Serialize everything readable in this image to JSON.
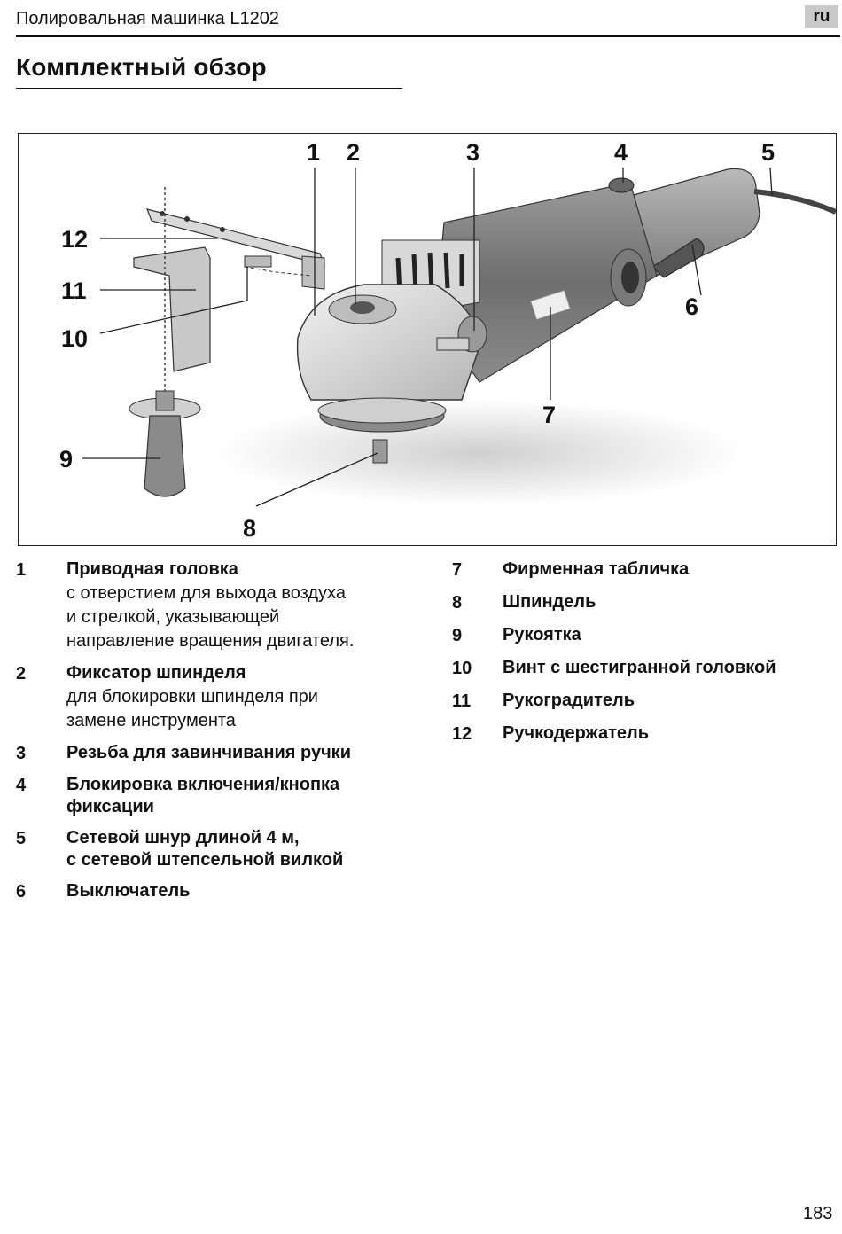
{
  "header": {
    "title": "Полировальная машинка L1202",
    "lang": "ru"
  },
  "section_title": "Комплектный обзор",
  "figure": {
    "callouts": [
      "1",
      "2",
      "3",
      "4",
      "5",
      "6",
      "7",
      "8",
      "9",
      "10",
      "11",
      "12"
    ]
  },
  "legend": {
    "left": [
      {
        "num": "1",
        "title": "Приводная головка",
        "desc": "с отверстием для выхода воздуха\nи стрелкой, указывающей\nнаправление вращения двигателя."
      },
      {
        "num": "2",
        "title": "Фиксатор шпинделя",
        "desc": "для блокировки шпинделя при\nзамене инструмента"
      },
      {
        "num": "3",
        "title": "Резьба для завинчивания ручки",
        "desc": ""
      },
      {
        "num": "4",
        "title": "Блокировка включения/кнопка\nфиксации",
        "desc": ""
      },
      {
        "num": "5",
        "title": "Сетевой шнур длиной 4 м,\nс сетевой штепсельной вилкой",
        "desc": ""
      },
      {
        "num": "6",
        "title": "Выключатель",
        "desc": ""
      }
    ],
    "right": [
      {
        "num": "7",
        "title": "Фирменная табличка"
      },
      {
        "num": "8",
        "title": "Шпиндель"
      },
      {
        "num": "9",
        "title": "Рукоятка"
      },
      {
        "num": "10",
        "title": "Винт с шестигранной головкой"
      },
      {
        "num": "11",
        "title": "Рукоградитель"
      },
      {
        "num": "12",
        "title": "Ручкодержатель"
      }
    ]
  },
  "page_number": "183"
}
